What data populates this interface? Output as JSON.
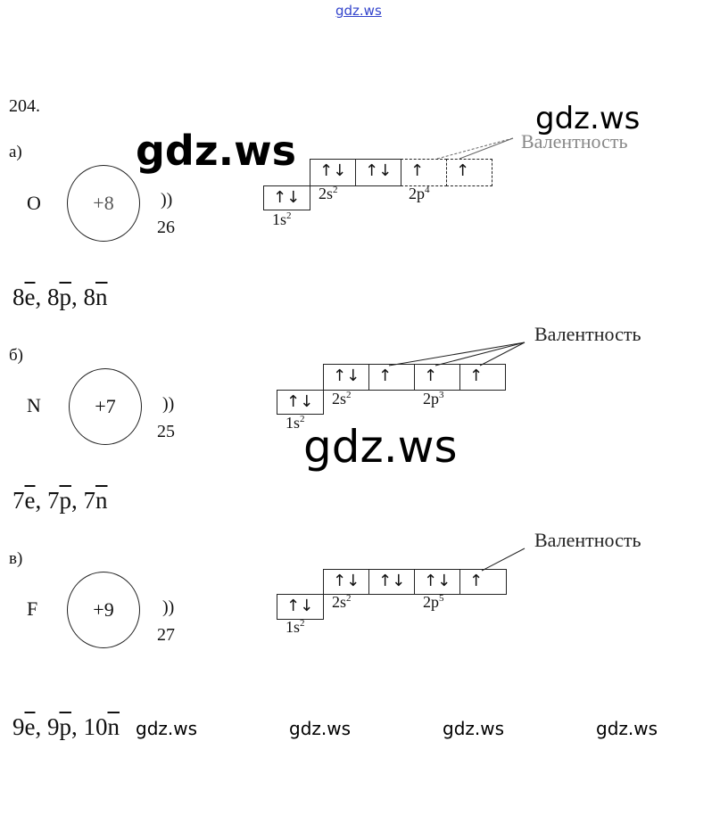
{
  "problem_number": "204.",
  "watermark": "gdz.ws",
  "valence_label": "Валентность",
  "sections": [
    {
      "label": "а)",
      "element": "O",
      "charge": "+8",
      "shells": "))",
      "electrons": "26",
      "orbitals": [
        "↑↓",
        "↑↓",
        "↑↓",
        "↑",
        "↑"
      ],
      "s1": "1s",
      "s1e": "2",
      "s2": "2s",
      "s2e": "2",
      "p2": "2p",
      "p2e": "4",
      "particles": [
        {
          "n": "8",
          "s": "e"
        },
        {
          "n": "8",
          "s": "p"
        },
        {
          "n": "8",
          "s": "n"
        }
      ]
    },
    {
      "label": "б)",
      "element": "N",
      "charge": "+7",
      "shells": "))",
      "electrons": "25",
      "orbitals": [
        "↑↓",
        "↑↓",
        "↑",
        "↑",
        "↑"
      ],
      "s1": "1s",
      "s1e": "2",
      "s2": "2s",
      "s2e": "2",
      "p2": "2p",
      "p2e": "3",
      "particles": [
        {
          "n": "7",
          "s": "e"
        },
        {
          "n": "7",
          "s": "p"
        },
        {
          "n": "7",
          "s": "n"
        }
      ]
    },
    {
      "label": "в)",
      "element": "F",
      "charge": "+9",
      "shells": "))",
      "electrons": "27",
      "orbitals": [
        "↑↓",
        "↑↓",
        "↑↓",
        "↑↓",
        "↑"
      ],
      "s1": "1s",
      "s1e": "2",
      "s2": "2s",
      "s2e": "2",
      "p2": "2p",
      "p2e": "5",
      "particles": [
        {
          "n": "9",
          "s": "e"
        },
        {
          "n": "9",
          "s": "p"
        },
        {
          "n": "10",
          "s": "n"
        }
      ]
    }
  ]
}
